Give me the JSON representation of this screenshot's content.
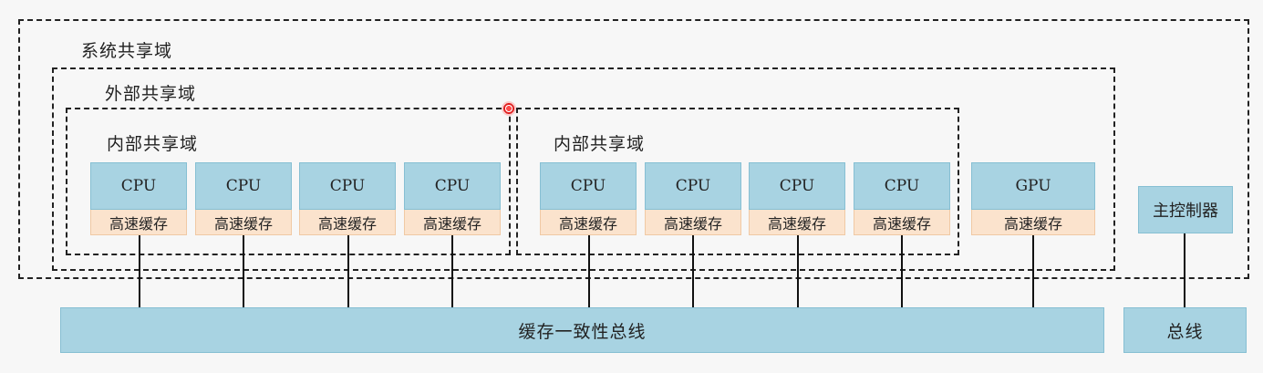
{
  "domains": {
    "system": "系统共享域",
    "external": "外部共享域",
    "internal_left": "内部共享域",
    "internal_right": "内部共享域"
  },
  "units": [
    {
      "processor": "CPU",
      "cache": "高速缓存"
    },
    {
      "processor": "CPU",
      "cache": "高速缓存"
    },
    {
      "processor": "CPU",
      "cache": "高速缓存"
    },
    {
      "processor": "CPU",
      "cache": "高速缓存"
    },
    {
      "processor": "CPU",
      "cache": "高速缓存"
    },
    {
      "processor": "CPU",
      "cache": "高速缓存"
    },
    {
      "processor": "CPU",
      "cache": "高速缓存"
    },
    {
      "processor": "CPU",
      "cache": "高速缓存"
    },
    {
      "processor": "GPU",
      "cache": "高速缓存"
    }
  ],
  "controller": {
    "label": "主控制器"
  },
  "buses": {
    "coherent": "缓存一致性总线",
    "main": "总线"
  },
  "colors": {
    "processor_fill": "#a8d3e2",
    "cache_fill": "#fbe3cd",
    "bus_fill": "#a8d3e2",
    "dash_border": "#222222"
  }
}
